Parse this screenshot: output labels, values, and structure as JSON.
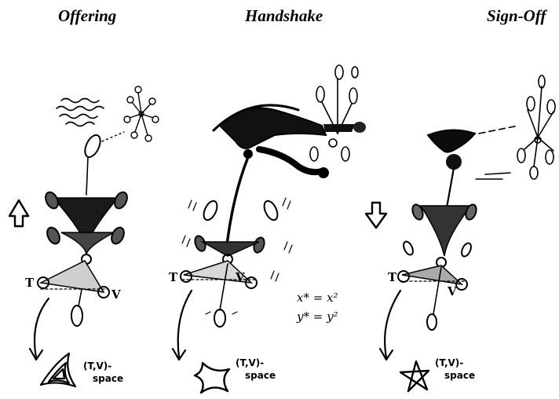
{
  "panels": [
    {
      "title": "Offering",
      "space_label_1": "(T,V)-",
      "space_label_2": "space"
    },
    {
      "title": "Handshake",
      "space_label_1": "(T,V)-",
      "space_label_2": "space"
    },
    {
      "title": "Sign-Off",
      "space_label_1": "(T,V)-",
      "space_label_2": "space"
    }
  ],
  "axis_labels": {
    "t": "T",
    "v": "V"
  },
  "equations": {
    "x": "x* = x²",
    "y": "y* = y²"
  }
}
